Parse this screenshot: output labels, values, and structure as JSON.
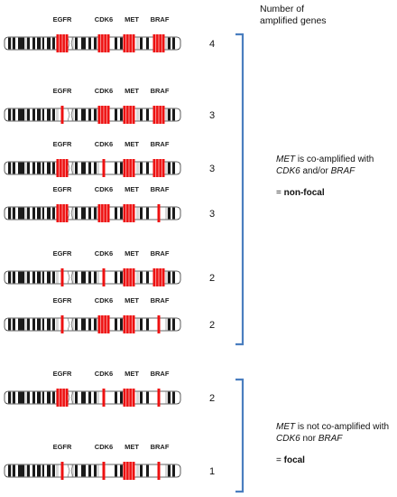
{
  "header": {
    "line1": "Number of",
    "line2": "amplified genes"
  },
  "gene_labels": [
    "EGFR",
    "CDK6",
    "MET",
    "BRAF"
  ],
  "rows": [
    {
      "count": "4",
      "genes": {
        "EGFR": "wide",
        "CDK6": "wide",
        "MET": "wide",
        "BRAF": "wide"
      }
    },
    {
      "count": "3",
      "genes": {
        "EGFR": "narrow",
        "CDK6": "wide",
        "MET": "wide",
        "BRAF": "wide"
      }
    },
    {
      "count": "3",
      "genes": {
        "EGFR": "wide",
        "CDK6": "narrow",
        "MET": "wide",
        "BRAF": "wide"
      }
    },
    {
      "count": "3",
      "genes": {
        "EGFR": "wide",
        "CDK6": "wide",
        "MET": "wide",
        "BRAF": "narrow"
      }
    },
    {
      "count": "2",
      "genes": {
        "EGFR": "narrow",
        "CDK6": "narrow",
        "MET": "wide",
        "BRAF": "wide"
      }
    },
    {
      "count": "2",
      "genes": {
        "EGFR": "narrow",
        "CDK6": "wide",
        "MET": "wide",
        "BRAF": "narrow"
      }
    },
    {
      "count": "2",
      "genes": {
        "EGFR": "wide",
        "CDK6": "narrow",
        "MET": "wide",
        "BRAF": "narrow"
      }
    },
    {
      "count": "1",
      "genes": {
        "EGFR": "narrow",
        "CDK6": "narrow",
        "MET": "wide",
        "BRAF": "narrow"
      }
    }
  ],
  "groups": {
    "nonfocal": {
      "line1_em": "MET",
      "line1_rest": " is co-amplified with",
      "line2_em1": "CDK6",
      "line2_mid": " and/or ",
      "line2_em2": "BRAF",
      "result_prefix": "= ",
      "result": "non-focal"
    },
    "focal": {
      "line1_em": "MET",
      "line1_rest": " is not co-amplified with",
      "line2_em1": "CDK6",
      "line2_mid": " nor ",
      "line2_em2": "BRAF",
      "result_prefix": "= ",
      "result": "focal"
    }
  },
  "colors": {
    "amplification": "#ee1111",
    "bracket": "#4a7ebf",
    "band_dark": "#1a1a1a",
    "band_light": "#d8d8d8",
    "chromosome_bg": "#ffffff"
  }
}
